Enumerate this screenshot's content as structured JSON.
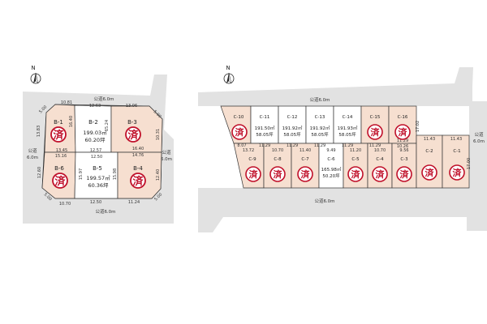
{
  "north_label": "N",
  "sold_mark": "済",
  "colors": {
    "road": "#e2e2e2",
    "lot_fill": "#f6dfd0",
    "lot_white": "#ffffff",
    "lot_border": "#333333",
    "sold_red": "#c0102a"
  },
  "left_site": {
    "roads": {
      "top": "公道6.0m",
      "bottom": "公道6.0m",
      "left_line1": "公道",
      "left_line2": "6.0m",
      "right_line1": "公道",
      "right_line2": "6.0m"
    },
    "lots": [
      {
        "id": "B-1",
        "sold": true
      },
      {
        "id": "B-2",
        "sold": false,
        "area_sqm": "199.03㎡",
        "area_tsubo": "60.20坪"
      },
      {
        "id": "B-3",
        "sold": true
      },
      {
        "id": "B-6",
        "sold": true
      },
      {
        "id": "B-5",
        "sold": false,
        "area_sqm": "199.57㎡",
        "area_tsubo": "60.36坪"
      },
      {
        "id": "B-4",
        "sold": true
      }
    ],
    "dimensions": [
      "10.81",
      "12.63",
      "13.06",
      "5.00",
      "5.00",
      "13.83",
      "16.40",
      "15.24",
      "10.31",
      "13.45",
      "12.57",
      "16.40",
      "14.76",
      "15.16",
      "12.50",
      "12.60",
      "15.97",
      "15.98",
      "12.40",
      "5.00",
      "10.70",
      "12.50",
      "11.24",
      "5.00"
    ]
  },
  "right_site": {
    "roads": {
      "top": "公道6.0m",
      "bottom": "公道6.0m",
      "right_line1": "公道",
      "right_line2": "6.0m"
    },
    "lots": [
      {
        "id": "C-10",
        "sold": true
      },
      {
        "id": "C-11",
        "sold": false,
        "area_sqm": "191.50㎡",
        "area_tsubo": "58.05坪"
      },
      {
        "id": "C-12",
        "sold": false,
        "area_sqm": "191.92㎡",
        "area_tsubo": "58.05坪"
      },
      {
        "id": "C-13",
        "sold": false,
        "area_sqm": "191.92㎡",
        "area_tsubo": "58.05坪"
      },
      {
        "id": "C-14",
        "sold": false,
        "area_sqm": "191.93㎡",
        "area_tsubo": "58.05坪"
      },
      {
        "id": "C-15",
        "sold": true
      },
      {
        "id": "C-16",
        "sold": true
      },
      {
        "id": "C-9",
        "sold": true
      },
      {
        "id": "C-8",
        "sold": true
      },
      {
        "id": "C-7",
        "sold": true
      },
      {
        "id": "C-6",
        "sold": false,
        "area_sqm": "165.98㎡",
        "area_tsubo": "50.20坪"
      },
      {
        "id": "C-5",
        "sold": true
      },
      {
        "id": "C-4",
        "sold": true
      },
      {
        "id": "C-3",
        "sold": true
      },
      {
        "id": "C-2",
        "sold": true
      },
      {
        "id": "C-1",
        "sold": true
      }
    ],
    "dimensions": [
      "8.07",
      "11.29",
      "11.29",
      "11.29",
      "11.29",
      "11.29",
      "11.29",
      "10.26",
      "11.43",
      "11.43",
      "13.72",
      "10.70",
      "11.40",
      "9.49",
      "11.20",
      "10.70",
      "9.56",
      "17.02",
      "17.00"
    ]
  }
}
